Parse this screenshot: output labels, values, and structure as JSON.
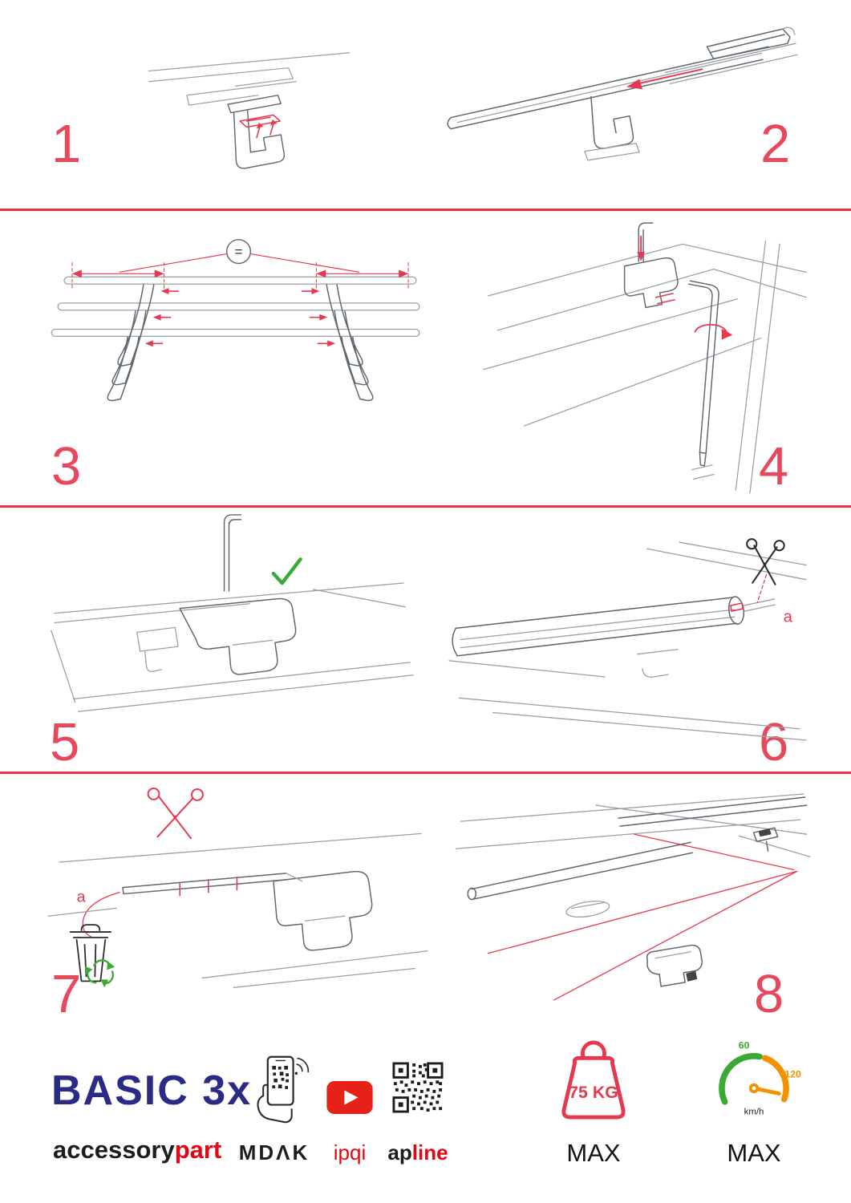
{
  "colors": {
    "accent_red": "#e63950",
    "number_red": "#e8495a",
    "brand_blue": "#2b2a84",
    "brand_red": "#e30613",
    "youtube_red": "#e62117",
    "green": "#3aaa35",
    "orange": "#f39200",
    "text_black": "#1d1d1b"
  },
  "steps": [
    {
      "number": "1"
    },
    {
      "number": "2"
    },
    {
      "number": "3",
      "equal_label": "="
    },
    {
      "number": "4"
    },
    {
      "number": "5"
    },
    {
      "number": "6",
      "cut_label": "a"
    },
    {
      "number": "7",
      "cut_label": "a"
    },
    {
      "number": "8"
    }
  ],
  "footer": {
    "product_name": "BASIC 3x",
    "brand": {
      "black": "accessory",
      "red": "part"
    },
    "app_store_label": "MDΛK",
    "youtube_label": "ipqi",
    "qr_brand": {
      "black": "ap",
      "red": "line"
    },
    "weight_limit": {
      "value": "75 KG",
      "label": "MAX"
    },
    "speed_limit": {
      "tick_low": "60",
      "tick_high": "120",
      "unit": "km/h",
      "label": "MAX"
    }
  }
}
